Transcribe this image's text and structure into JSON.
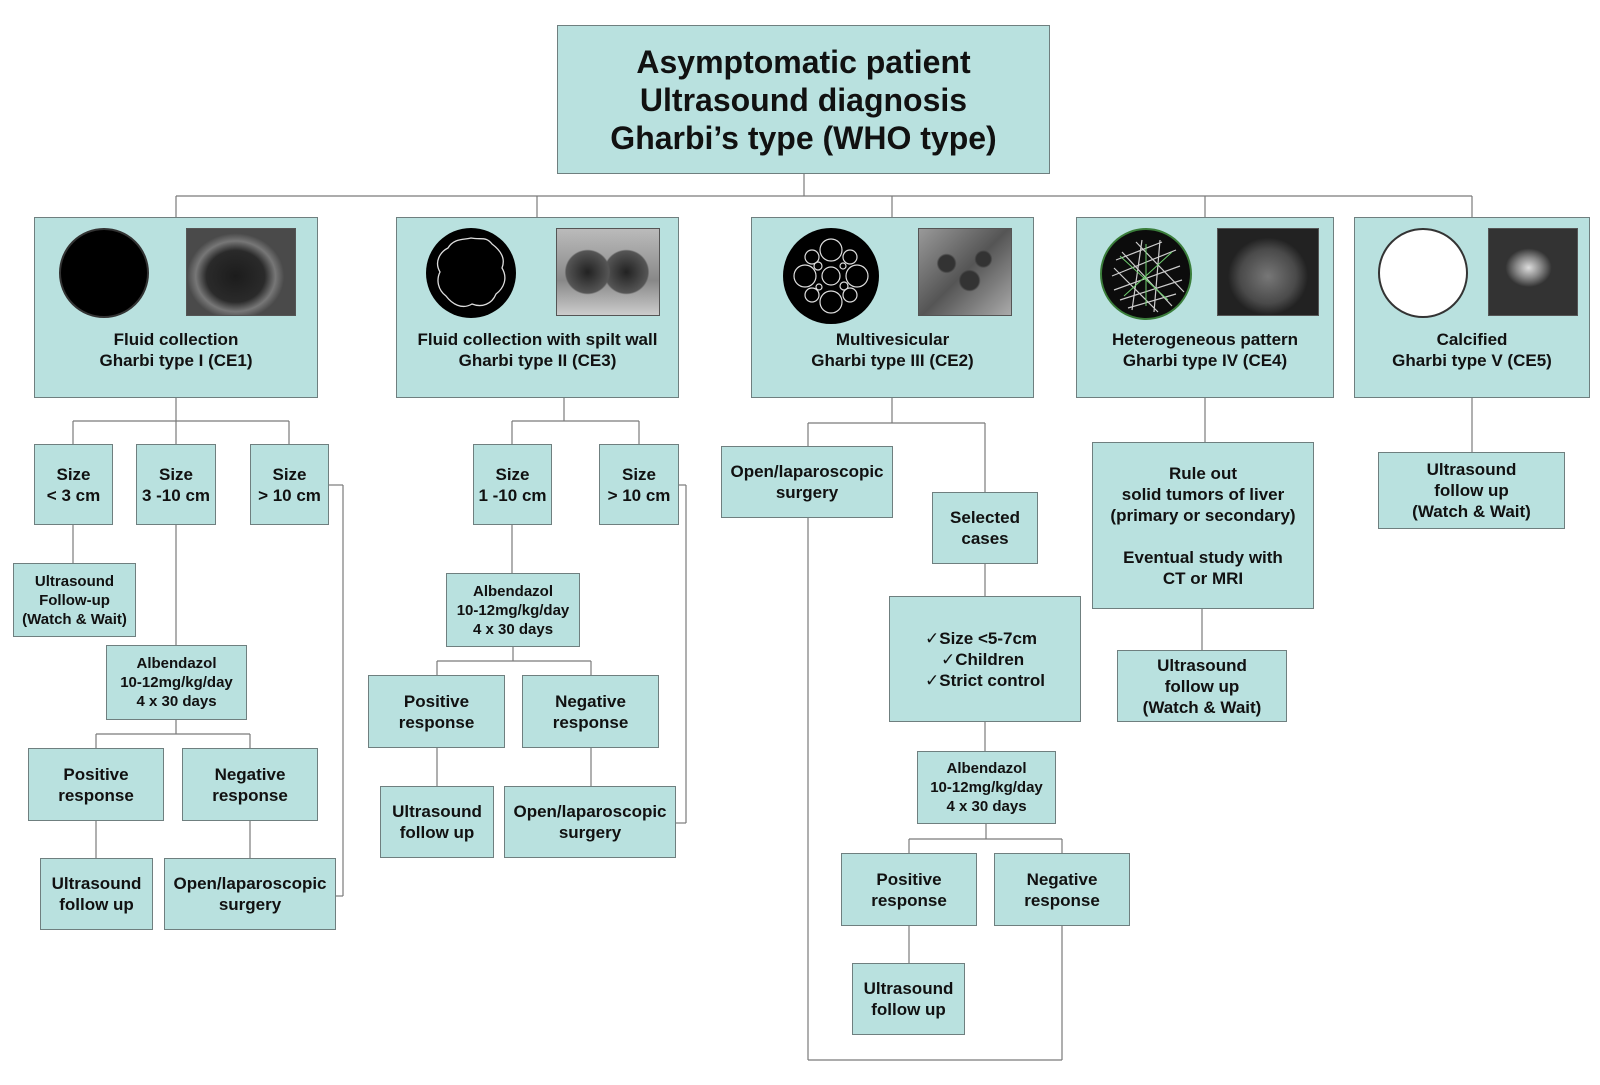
{
  "colors": {
    "box_fill": "#b9e1df",
    "box_border": "#6f7f7f",
    "connector": "#7a7a7a"
  },
  "root": {
    "lines": [
      "Asymptomatic patient",
      "Ultrasound diagnosis",
      "Gharbi’s type (WHO type)"
    ]
  },
  "types": [
    {
      "name": "Fluid collection",
      "code": "Gharbi type I (CE1)",
      "icon": "solid-black-circle-icon"
    },
    {
      "name": "Fluid collection with spilt wall",
      "code": "Gharbi type II (CE3)",
      "icon": "wavy-membrane-circle-icon"
    },
    {
      "name": "Multivesicular",
      "code": "Gharbi type III (CE2)",
      "icon": "daughter-cysts-circle-icon"
    },
    {
      "name": "Heterogeneous pattern",
      "code": "Gharbi type IV (CE4)",
      "icon": "heterogeneous-texture-circle-icon"
    },
    {
      "name": "Calcified",
      "code": "Gharbi type V (CE5)",
      "icon": "white-calcified-circle-icon"
    }
  ],
  "ce1": {
    "size_small": [
      "Size",
      "< 3 cm"
    ],
    "size_mid": [
      "Size",
      "3 -10 cm"
    ],
    "size_large": [
      "Size",
      "> 10 cm"
    ],
    "followup": [
      "Ultrasound",
      "Follow-up",
      "(Watch & Wait)"
    ],
    "albendazol": [
      "Albendazol",
      "10-12mg/kg/day",
      "4 x 30 days"
    ],
    "positive": [
      "Positive",
      "response"
    ],
    "negative": [
      "Negative",
      "response"
    ],
    "us_followup": [
      "Ultrasound",
      "follow up"
    ],
    "surgery": [
      "Open/laparoscopic",
      "surgery"
    ]
  },
  "ce3": {
    "size_mid": [
      "Size",
      "1 -10 cm"
    ],
    "size_large": [
      "Size",
      "> 10 cm"
    ],
    "albendazol": [
      "Albendazol",
      "10-12mg/kg/day",
      "4 x 30 days"
    ],
    "positive": [
      "Positive",
      "response"
    ],
    "negative": [
      "Negative",
      "response"
    ],
    "us_followup": [
      "Ultrasound",
      "follow up"
    ],
    "surgery": [
      "Open/laparoscopic",
      "surgery"
    ]
  },
  "ce2": {
    "surgery": [
      "Open/laparoscopic",
      "surgery"
    ],
    "selected": [
      "Selected",
      "cases"
    ],
    "criteria": [
      "✓Size <5-7cm",
      "✓Children",
      "✓Strict control"
    ],
    "albendazol": [
      "Albendazol",
      "10-12mg/kg/day",
      "4 x 30 days"
    ],
    "positive": [
      "Positive",
      "response"
    ],
    "negative": [
      "Negative",
      "response"
    ],
    "us_followup": [
      "Ultrasound",
      "follow up"
    ]
  },
  "ce4": {
    "rule_out": [
      "Rule out",
      "solid tumors of liver",
      "(primary or secondary)",
      "",
      "Eventual study with",
      "CT or MRI"
    ],
    "us_followup": [
      "Ultrasound",
      "follow up",
      "(Watch & Wait)"
    ]
  },
  "ce5": {
    "us_followup": [
      "Ultrasound",
      "follow up",
      "(Watch & Wait)"
    ]
  }
}
